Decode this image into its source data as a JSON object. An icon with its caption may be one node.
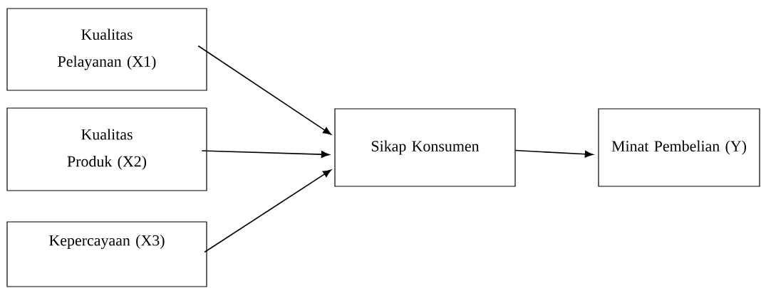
{
  "diagram": {
    "nodes": [
      {
        "text": [
          "Kualitas Pelayanan (X1)"
        ]
      },
      {
        "text": [
          "Kualitas Produk (X2)"
        ]
      },
      {
        "text": [
          "Kepercayaan (X3)"
        ]
      },
      {
        "text": [
          "Sikap Konsumen"
        ]
      },
      {
        "text": [
          "Minat Pembelian (Y)"
        ]
      }
    ],
    "edges": [
      {
        "from": 0,
        "to": 3,
        "arrow": "to"
      },
      {
        "from": 1,
        "to": 3,
        "arrow": "to"
      },
      {
        "from": 2,
        "to": 3,
        "arrow": "to"
      },
      {
        "from": 3,
        "to": 4,
        "arrow": "to"
      }
    ]
  }
}
